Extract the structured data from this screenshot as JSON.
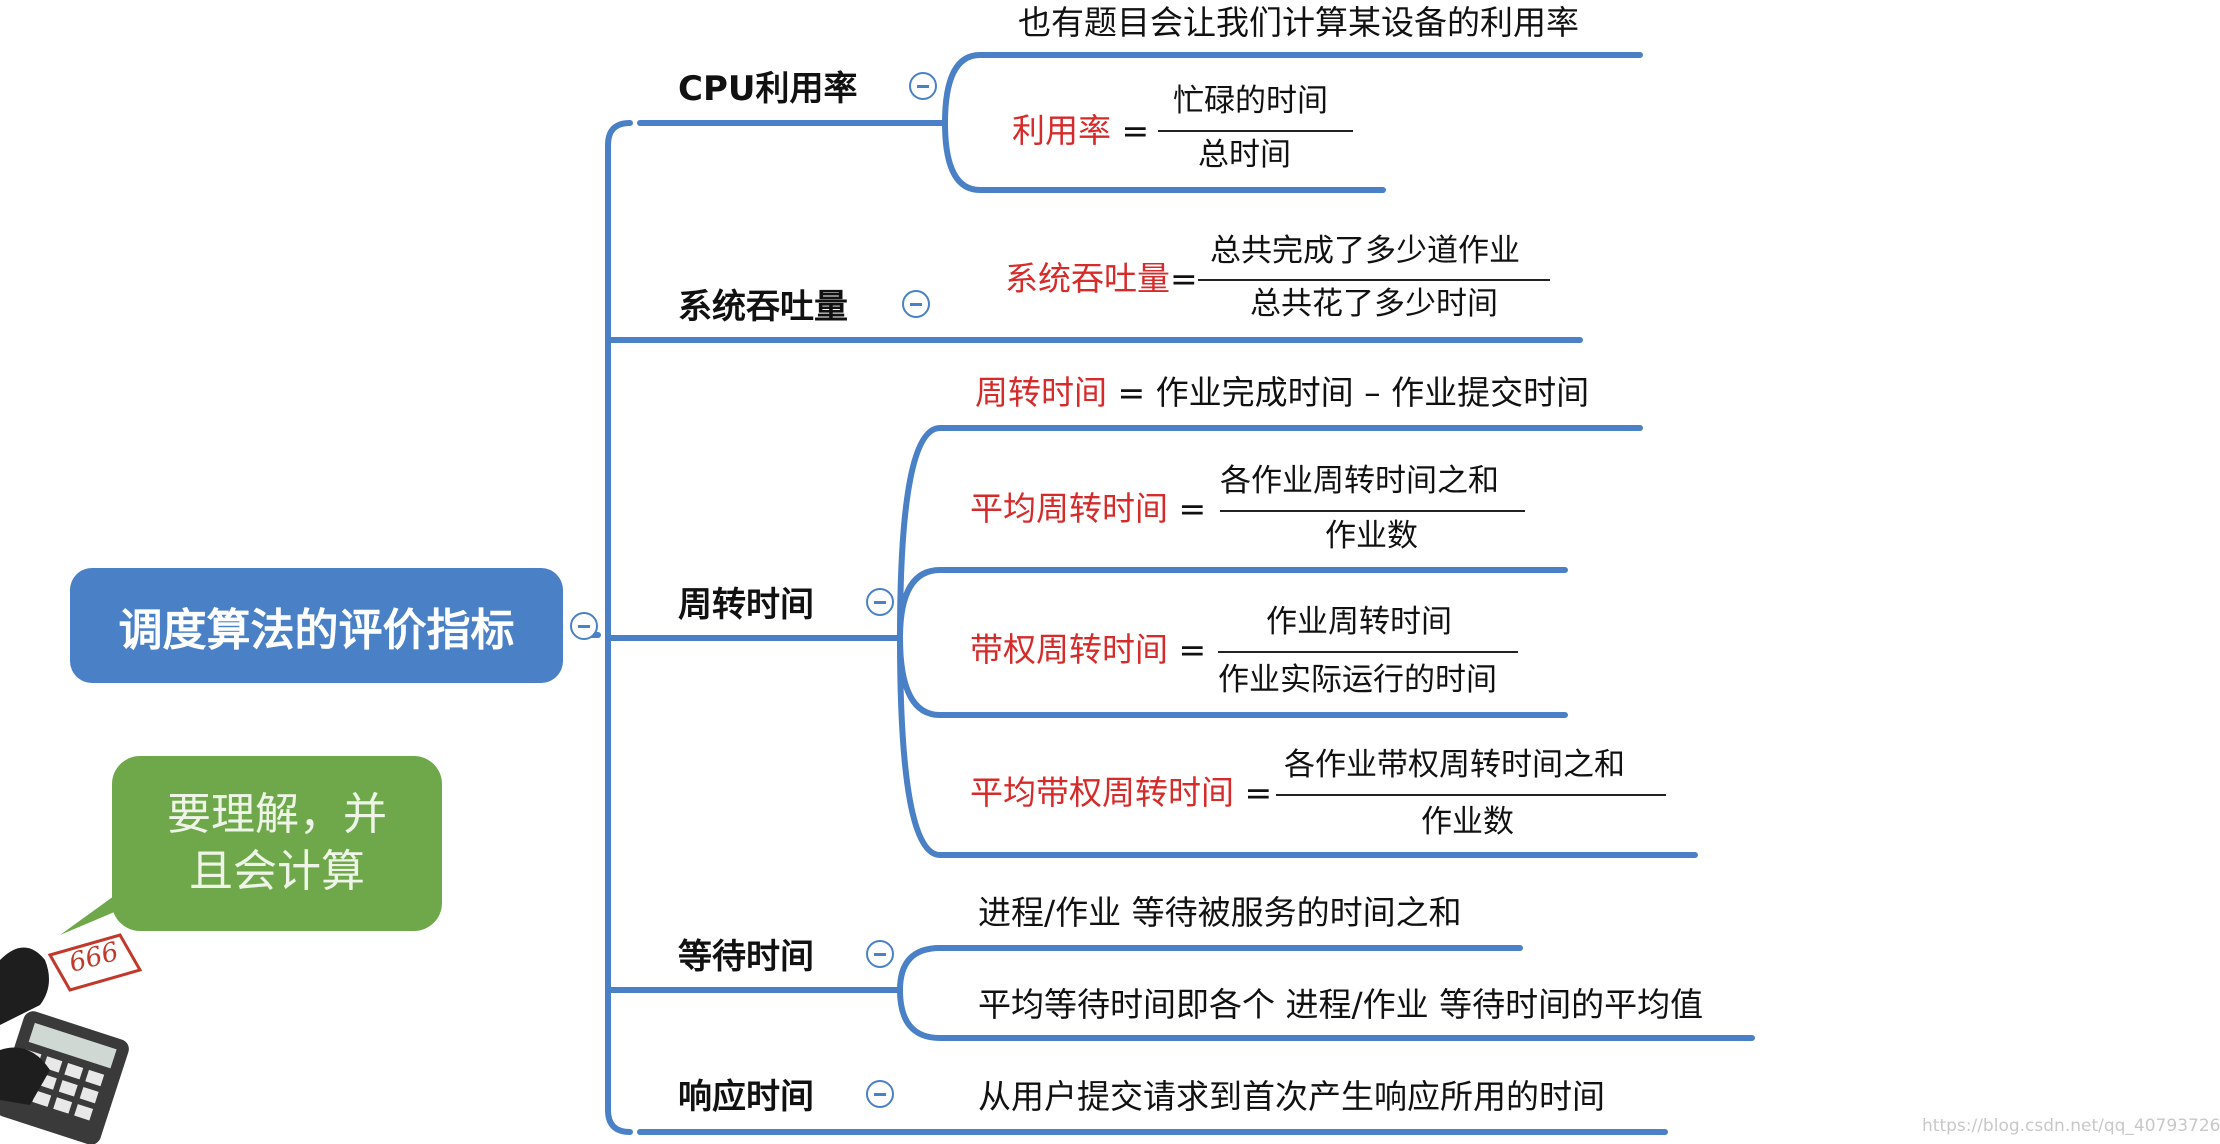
{
  "root": {
    "label": "调度算法的评价指标"
  },
  "callout": {
    "line1": "要理解，并",
    "line2": "且会计算"
  },
  "cartoon": {
    "scribble_text": "666"
  },
  "branches": {
    "cpu": {
      "label": "CPU利用率",
      "note": "也有题目会让我们计算某设备的利用率",
      "formula": {
        "term": "利用率",
        "eq": " =",
        "numerator": "忙碌的时间",
        "denominator": "总时间"
      }
    },
    "throughput": {
      "label": "系统吞吐量",
      "formula": {
        "term": "系统吞吐量",
        "eq": "=",
        "numerator": "总共完成了多少道作业",
        "denominator": "总共花了多少时间"
      }
    },
    "turnaround": {
      "label": "周转时间",
      "definition": {
        "term": "周转时间",
        "rest": " = 作业完成时间 – 作业提交时间"
      },
      "average": {
        "term": "平均周转时间",
        "eq": " =",
        "numerator": "各作业周转时间之和",
        "denominator": "作业数"
      },
      "weighted": {
        "term": "带权周转时间",
        "eq": " =",
        "numerator": "作业周转时间",
        "denominator": "作业实际运行的时间"
      },
      "avg_weighted": {
        "term": "平均带权周转时间",
        "eq": " =",
        "numerator": "各作业带权周转时间之和",
        "denominator": "作业数"
      }
    },
    "waiting": {
      "label": "等待时间",
      "items": [
        "进程/作业 等待被服务的时间之和",
        "平均等待时间即各个 进程/作业 等待时间的平均值"
      ]
    },
    "response": {
      "label": "响应时间",
      "items": [
        "从用户提交请求到首次产生响应所用的时间"
      ]
    }
  },
  "watermark": "https://blog.csdn.net/qq_40793726",
  "colors": {
    "accent": "#4a80c6",
    "term": "#d62b2b",
    "callout": "#6fa84a"
  }
}
